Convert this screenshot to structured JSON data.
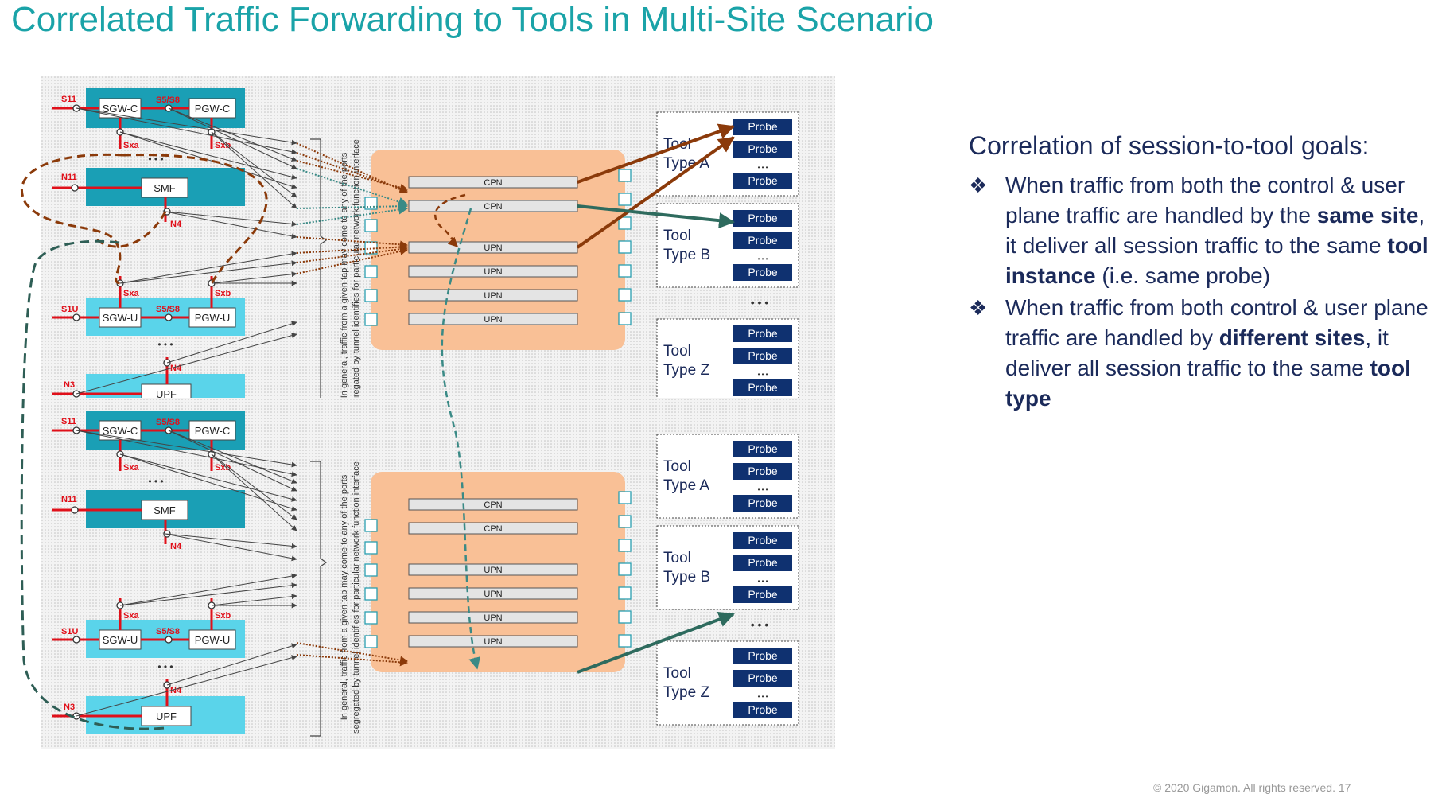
{
  "title": "Correlated Traffic Forwarding to Tools in Multi-Site Scenario",
  "colors": {
    "title": "#1aa3a8",
    "text": "#1b2a5a",
    "network_dark": "#1a9fb5",
    "network_light": "#5ad4ea",
    "broker_orange": "#f9c096",
    "probe_navy": "#0f3170",
    "interface_red": "#e0101a",
    "control_arrow": "#8b3a0a",
    "user_arrow": "#2e6b5e"
  },
  "sites": [
    {
      "elements": {
        "sgw_c": "SGW-C",
        "pgw_c": "PGW-C",
        "smf": "SMF",
        "sgw_u": "SGW-U",
        "pgw_u": "PGW-U",
        "upf": "UPF"
      },
      "interfaces": {
        "s11": "S11",
        "s5s8_top": "S5/S8",
        "sxa_top": "Sxa",
        "sxb_top": "Sxb",
        "n11": "N11",
        "n4_smf": "N4",
        "sxa_bottom": "Sxa",
        "sxb_bottom": "Sxb",
        "s1u": "S1U",
        "s5s8_bottom": "S5/S8",
        "n4_upf": "N4",
        "n3": "N3"
      },
      "ellipsis_top": "• • •",
      "ellipsis_bottom": "• • •",
      "tap_note": "In general, traffic from a given tap may come to any of the ports segregated by tunnel identifies for particular network function interface",
      "broker_rows": [
        "CPN",
        "CPN",
        "UPN",
        "UPN",
        "UPN",
        "UPN"
      ],
      "tool_groups": [
        {
          "label_line1": "Tool",
          "label_line2": "Type A",
          "probes": [
            "Probe",
            "Probe",
            "Probe"
          ],
          "dots": "• • •"
        },
        {
          "label_line1": "Tool",
          "label_line2": "Type B",
          "probes": [
            "Probe",
            "Probe",
            "Probe"
          ],
          "dots": "• • •"
        },
        {
          "label_line1": "Tool",
          "label_line2": "Type Z",
          "probes": [
            "Probe",
            "Probe",
            "Probe"
          ],
          "dots": "• • •"
        }
      ],
      "group_ellipsis": "• • •"
    },
    {
      "elements": {
        "sgw_c": "SGW-C",
        "pgw_c": "PGW-C",
        "smf": "SMF",
        "sgw_u": "SGW-U",
        "pgw_u": "PGW-U",
        "upf": "UPF"
      },
      "interfaces": {
        "s11": "S11",
        "s5s8_top": "S5/S8",
        "sxa_top": "Sxa",
        "sxb_top": "Sxb",
        "n11": "N11",
        "n4_smf": "N4",
        "sxa_bottom": "Sxa",
        "sxb_bottom": "Sxb",
        "s1u": "S1U",
        "s5s8_bottom": "S5/S8",
        "n4_upf": "N4",
        "n3": "N3"
      },
      "ellipsis_top": "• • •",
      "ellipsis_bottom": "• • •",
      "tap_note": "In general, traffic from a given tap may come to any of the ports segregated by tunnel identifies for particular network function interface",
      "broker_rows": [
        "CPN",
        "CPN",
        "UPN",
        "UPN",
        "UPN",
        "UPN"
      ],
      "tool_groups": [
        {
          "label_line1": "Tool",
          "label_line2": "Type A",
          "probes": [
            "Probe",
            "Probe",
            "Probe"
          ],
          "dots": "• • •"
        },
        {
          "label_line1": "Tool",
          "label_line2": "Type B",
          "probes": [
            "Probe",
            "Probe",
            "Probe"
          ],
          "dots": "• • •"
        },
        {
          "label_line1": "Tool",
          "label_line2": "Type Z",
          "probes": [
            "Probe",
            "Probe",
            "Probe"
          ],
          "dots": "• • •"
        }
      ],
      "group_ellipsis": "• • •"
    }
  ],
  "goals": {
    "heading": "Correlation of session-to-tool goals:",
    "bullet_icon": "four-diamond-bullet-icon",
    "bullet_symbol": "❖",
    "items": [
      {
        "t1": "When traffic from both the control & user plane traffic are handled by the ",
        "b1": "same site",
        "t2": ", it deliver all session traffic to the same ",
        "b2": "tool instance",
        "t3": " (i.e. same probe)"
      },
      {
        "t1": "When traffic from both control & user plane traffic are handled by ",
        "b1": "different sites",
        "t2": ", it deliver all session traffic to the same ",
        "b2": "tool type",
        "t3": ""
      }
    ]
  },
  "footer": "© 2020 Gigamon. All rights reserved.   17"
}
